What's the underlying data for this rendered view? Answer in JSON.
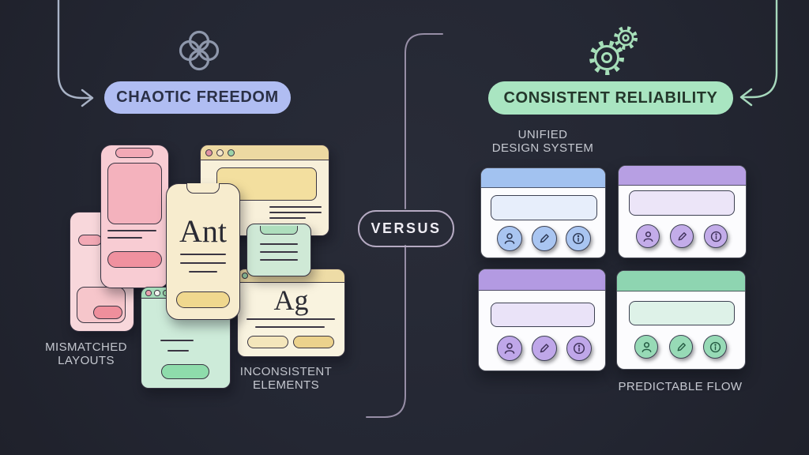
{
  "meta": {
    "background_color": "#242733",
    "theme": "dark infographic comparing chaotic UI vs design-system UI"
  },
  "left": {
    "icon": "knot-icon",
    "icon_color": "#8e97ab",
    "arrow_color": "#a9b3c6",
    "badge": {
      "label": "CHAOTIC FREEDOM",
      "bg": "#b0bdf2",
      "text_color": "#2a3046"
    },
    "specimens": {
      "phone_text": "Ant",
      "window_text": "Ag"
    },
    "captions": {
      "mismatched_line1": "MISMATCHED",
      "mismatched_line2": "LAYOUTS",
      "inconsistent_line1": "INCONSISTENT",
      "inconsistent_line2": "ELEMENTS"
    },
    "palette": {
      "pink_light": "#f8d7db",
      "pink_mid": "#f4b2bd",
      "pink_strong": "#f0919f",
      "cream": "#f8f0da",
      "cream_header": "#edd9a2",
      "yellow_block": "#f3df9f",
      "yellow_pill": "#f0d88e",
      "pale_pill": "#f4e6bb",
      "gold_pill": "#ecd28c",
      "mint_light": "#cdebd9",
      "mint_header": "#a5dcba",
      "mint_pill": "#8edcab",
      "mint_card": "#cfe9d6",
      "window_dots": [
        "#e294a3",
        "#f4e6c8",
        "#9cd3a8",
        "#e8a2ae",
        "#f2f4ee",
        "#98d4a6"
      ]
    }
  },
  "center": {
    "versus_label": "VERSUS",
    "divider_color": "#978ea6",
    "pill_border_color": "#b5aac2"
  },
  "right": {
    "icon": "gears-icon",
    "icon_color": "#a6dfb9",
    "arrow_color": "#a7d9bd",
    "badge": {
      "label": "CONSISTENT RELIABILITY",
      "bg": "#a9e5c1",
      "text_color": "#24372b"
    },
    "subtitle_line1": "UNIFIED",
    "subtitle_line2": "DESIGN SYSTEM",
    "caption": "PREDICTABLE FLOW",
    "card_icons": [
      "user-icon",
      "pencil-icon",
      "info-icon"
    ],
    "cards": [
      {
        "name": "card-blue",
        "header_color": "#a2c2f0",
        "field_color": "#e7eefb",
        "button_color": "#a9c5f1"
      },
      {
        "name": "card-purple",
        "header_color": "#b79fe3",
        "field_color": "#ece5f8",
        "button_color": "#c3ace9"
      },
      {
        "name": "card-violet",
        "header_color": "#b39ae2",
        "field_color": "#eae3f8",
        "button_color": "#bfa7e9"
      },
      {
        "name": "card-green",
        "header_color": "#8ed5b1",
        "field_color": "#def2e8",
        "button_color": "#97dab6"
      }
    ]
  }
}
